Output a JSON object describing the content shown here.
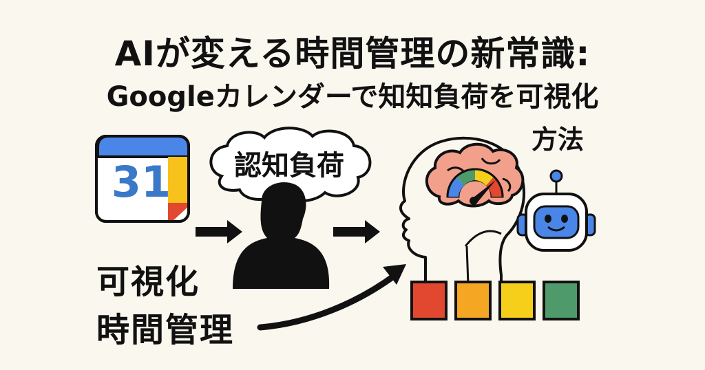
{
  "title": {
    "line1": "AIが変える時間管理の新常識:",
    "line2": "Googleカレンダーで知知負荷を可視化",
    "line3": "方法"
  },
  "calendar": {
    "day": "31",
    "icon": "calendar-icon"
  },
  "bubble": {
    "text": "認知負荷"
  },
  "labels": {
    "visualize": "可視化",
    "time_management": "時間管理"
  },
  "colors": {
    "blue": "#4a86e8",
    "red": "#e2472f",
    "orange": "#f5a623",
    "yellow": "#f6cf1b",
    "green": "#4e9a6b",
    "brain": "#f2a08c"
  },
  "meter_blocks": [
    "red",
    "orange",
    "yellow",
    "green"
  ]
}
